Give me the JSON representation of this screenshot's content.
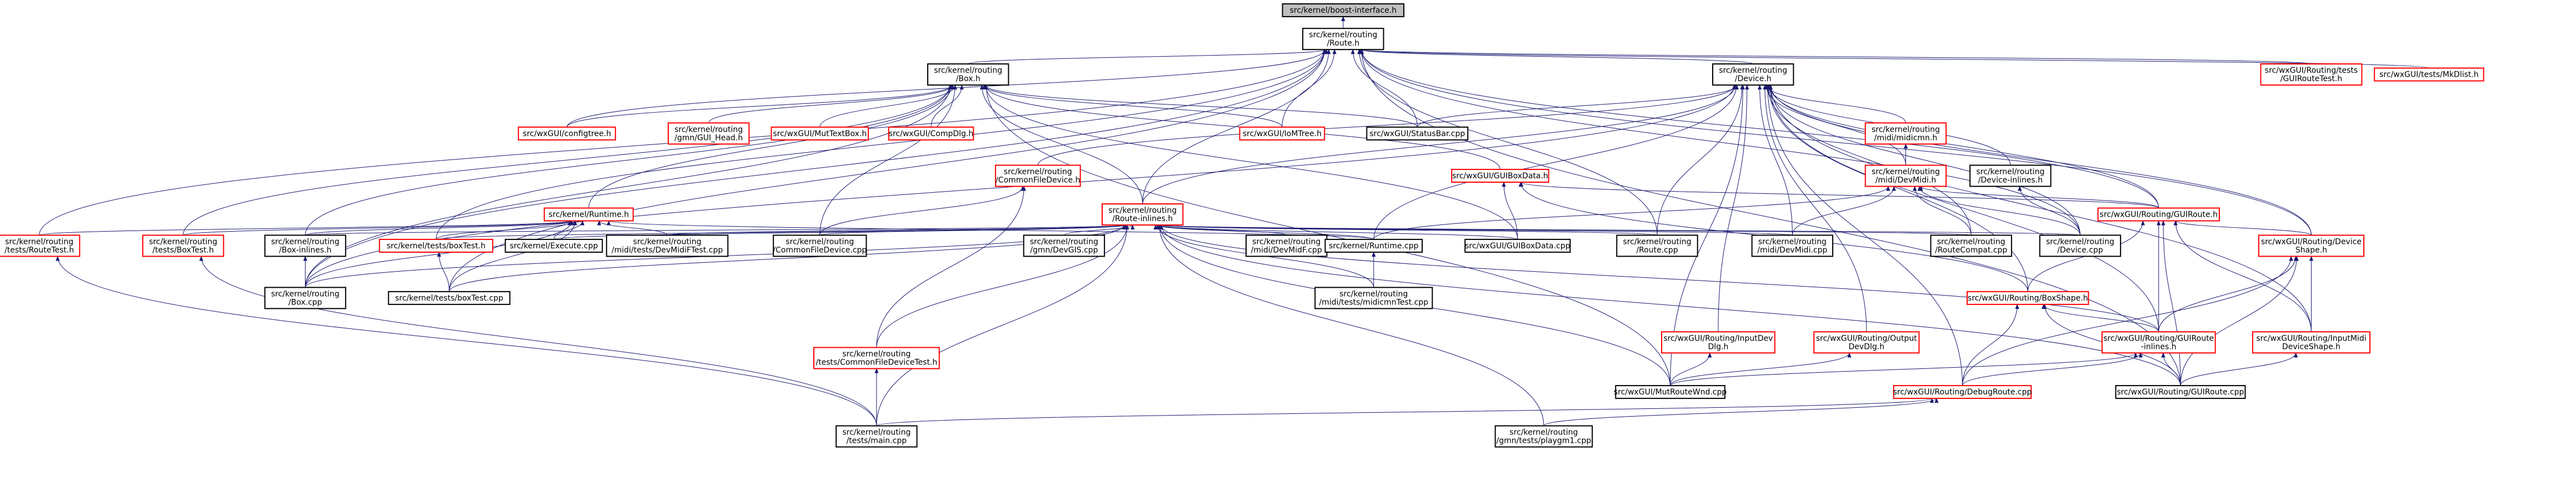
{
  "colors": {
    "edge": "#191970",
    "node_border": "#000000",
    "node_border_undocumented": "#ff0000",
    "node_fill": "#ffffff",
    "root_fill": "#bfbfbf",
    "text": "#000000"
  },
  "nodes": [
    {
      "id": "boost",
      "lines": [
        "src/kernel/boost-interface.h"
      ],
      "kind": "root"
    },
    {
      "id": "route_h",
      "lines": [
        "src/kernel/routing",
        "/Route.h"
      ],
      "kind": "normal"
    },
    {
      "id": "box_h",
      "lines": [
        "src/kernel/routing",
        "/Box.h"
      ],
      "kind": "normal"
    },
    {
      "id": "device_h",
      "lines": [
        "src/kernel/routing",
        "/Device.h"
      ],
      "kind": "normal"
    },
    {
      "id": "guiroutetest",
      "lines": [
        "src/wxGUI/Routing/tests",
        "/GUIRouteTest.h"
      ],
      "kind": "undoc"
    },
    {
      "id": "mkdlist",
      "lines": [
        "src/wxGUI/tests/MkDlist.h"
      ],
      "kind": "undoc"
    },
    {
      "id": "routetest_h",
      "lines": [
        "src/kernel/routing",
        "/tests/RouteTest.h"
      ],
      "kind": "undoc"
    },
    {
      "id": "configtree_h",
      "lines": [
        "src/wxGUI/configtree.h"
      ],
      "kind": "undoc"
    },
    {
      "id": "gmngui_head",
      "lines": [
        "src/kernel/routing",
        "/gmn/GUI_Head.h"
      ],
      "kind": "undoc"
    },
    {
      "id": "multextbox",
      "lines": [
        "src/wxGUI/MutTextBox.h"
      ],
      "kind": "undoc"
    },
    {
      "id": "compdlg",
      "lines": [
        "src/wxGUI/CompDlg.h"
      ],
      "kind": "undoc"
    },
    {
      "id": "iomtree",
      "lines": [
        "src/wxGUI/IoMTree.h"
      ],
      "kind": "undoc"
    },
    {
      "id": "statusbar",
      "lines": [
        "src/wxGUI/StatusBar.cpp"
      ],
      "kind": "normal"
    },
    {
      "id": "midicmn",
      "lines": [
        "src/kernel/routing",
        "/midi/midicmn.h"
      ],
      "kind": "undoc"
    },
    {
      "id": "runtime_h",
      "lines": [
        "src/kernel/Runtime.h"
      ],
      "kind": "undoc"
    },
    {
      "id": "commonfiledevice_h",
      "lines": [
        "src/kernel/routing",
        "/CommonFileDevice.h"
      ],
      "kind": "undoc"
    },
    {
      "id": "routeinlines_h",
      "lines": [
        "src/kernel/routing",
        "/Route-inlines.h"
      ],
      "kind": "undoc"
    },
    {
      "id": "guiboxdata_h",
      "lines": [
        "src/wxGUI/GUIBoxData.h"
      ],
      "kind": "undoc"
    },
    {
      "id": "mididevmidi_h",
      "lines": [
        "src/kernel/routing",
        "/midi/DevMidi.h"
      ],
      "kind": "undoc"
    },
    {
      "id": "deviceinlines_h",
      "lines": [
        "src/kernel/routing",
        "/Device-inlines.h"
      ],
      "kind": "normal"
    },
    {
      "id": "guiroute_h",
      "lines": [
        "src/wxGUI/Routing/GUIRoute.h"
      ],
      "kind": "undoc"
    },
    {
      "id": "boxtest_h",
      "lines": [
        "src/kernel/routing",
        "/tests/BoxTest.h"
      ],
      "kind": "undoc"
    },
    {
      "id": "boxinlines_h",
      "lines": [
        "src/kernel/routing",
        "/Box-inlines.h"
      ],
      "kind": "normal"
    },
    {
      "id": "boxtest_h2",
      "lines": [
        "src/kernel/tests/boxTest.h"
      ],
      "kind": "undoc"
    },
    {
      "id": "execute_cpp",
      "lines": [
        "src/kernel/Execute.cpp"
      ],
      "kind": "normal"
    },
    {
      "id": "devmiditest",
      "lines": [
        "src/kernel/routing",
        "/midi/tests/DevMidiFTest.cpp"
      ],
      "kind": "normal"
    },
    {
      "id": "commonfiledevice_cpp",
      "lines": [
        "src/kernel/routing",
        "/CommonFileDevice.cpp"
      ],
      "kind": "normal"
    },
    {
      "id": "gmndevgis",
      "lines": [
        "src/kernel/routing",
        "/gmn/DevGIS.cpp"
      ],
      "kind": "normal"
    },
    {
      "id": "devmidf",
      "lines": [
        "src/kernel/routing",
        "/midi/DevMidF.cpp"
      ],
      "kind": "normal"
    },
    {
      "id": "runtime_cpp",
      "lines": [
        "src/kernel/Runtime.cpp"
      ],
      "kind": "normal"
    },
    {
      "id": "guiboxdata_cpp",
      "lines": [
        "src/wxGUI/GUIBoxData.cpp"
      ],
      "kind": "normal"
    },
    {
      "id": "route_cpp",
      "lines": [
        "src/kernel/routing",
        "/Route.cpp"
      ],
      "kind": "normal"
    },
    {
      "id": "devmidi_cpp",
      "lines": [
        "src/kernel/routing",
        "/midi/DevMidi.cpp"
      ],
      "kind": "normal"
    },
    {
      "id": "routecompat",
      "lines": [
        "src/kernel/routing",
        "/RouteCompat.cpp"
      ],
      "kind": "normal"
    },
    {
      "id": "device_cpp",
      "lines": [
        "src/kernel/routing",
        "/Device.cpp"
      ],
      "kind": "normal"
    },
    {
      "id": "box_cpp",
      "lines": [
        "src/kernel/routing",
        "/Box.cpp"
      ],
      "kind": "normal"
    },
    {
      "id": "boxtest_cpp",
      "lines": [
        "src/kernel/tests/boxTest.cpp"
      ],
      "kind": "normal"
    },
    {
      "id": "midicmntest",
      "lines": [
        "src/kernel/routing",
        "/midi/tests/midicmnTest.cpp"
      ],
      "kind": "normal"
    },
    {
      "id": "guiboxshape_h",
      "lines": [
        "src/wxGUI/Routing/BoxShape.h"
      ],
      "kind": "undoc"
    },
    {
      "id": "guideviceshape_h",
      "lines": [
        "src/wxGUI/Routing/Device",
        "Shape.h"
      ],
      "kind": "undoc"
    },
    {
      "id": "inputdevdlg",
      "lines": [
        "src/wxGUI/Routing/InputDev",
        "Dlg.h"
      ],
      "kind": "undoc"
    },
    {
      "id": "outputdevdlg",
      "lines": [
        "src/wxGUI/Routing/Output",
        "DevDlg.h"
      ],
      "kind": "undoc"
    },
    {
      "id": "guirouteinlines",
      "lines": [
        "src/wxGUI/Routing/GUIRoute",
        "-inlines.h"
      ],
      "kind": "undoc"
    },
    {
      "id": "inputmidi",
      "lines": [
        "src/wxGUI/Routing/InputMidi",
        "DeviceShape.h"
      ],
      "kind": "undoc"
    },
    {
      "id": "commonfiledevicetest",
      "lines": [
        "src/kernel/routing",
        "/tests/CommonFileDeviceTest.h"
      ],
      "kind": "undoc"
    },
    {
      "id": "mutroutewnd",
      "lines": [
        "src/wxGUI/MutRouteWnd.cpp"
      ],
      "kind": "normal"
    },
    {
      "id": "debugroute",
      "lines": [
        "src/wxGUI/Routing/DebugRoute.cpp"
      ],
      "kind": "undoc"
    },
    {
      "id": "guiroute_cpp",
      "lines": [
        "src/wxGUI/Routing/GUIRoute.cpp"
      ],
      "kind": "normal"
    },
    {
      "id": "main_cpp",
      "lines": [
        "src/kernel/routing",
        "/tests/main.cpp"
      ],
      "kind": "normal"
    },
    {
      "id": "playgm1",
      "lines": [
        "src/kernel/routing",
        "/gmn/tests/playgm1.cpp"
      ],
      "kind": "normal"
    }
  ],
  "edges": [
    [
      "route_h",
      "boost"
    ],
    [
      "box_h",
      "route_h"
    ],
    [
      "device_h",
      "route_h"
    ],
    [
      "guiroutetest",
      "route_h"
    ],
    [
      "mkdlist",
      "route_h"
    ],
    [
      "routetest_h",
      "route_h"
    ],
    [
      "configtree_h",
      "route_h"
    ],
    [
      "iomtree",
      "route_h"
    ],
    [
      "statusbar",
      "route_h"
    ],
    [
      "routeinlines_h",
      "route_h"
    ],
    [
      "guiroute_h",
      "route_h"
    ],
    [
      "guideviceshape_h",
      "route_h"
    ],
    [
      "route_cpp",
      "route_h"
    ],
    [
      "device_cpp",
      "route_h"
    ],
    [
      "box_cpp",
      "route_h"
    ],
    [
      "boxtest_cpp",
      "route_h"
    ],
    [
      "guiroute_cpp",
      "route_h"
    ],
    [
      "boxtest_h2",
      "route_h"
    ],
    [
      "configtree_h",
      "box_h"
    ],
    [
      "gmngui_head",
      "box_h"
    ],
    [
      "multextbox",
      "box_h"
    ],
    [
      "compdlg",
      "box_h"
    ],
    [
      "iomtree",
      "box_h"
    ],
    [
      "statusbar",
      "box_h"
    ],
    [
      "runtime_h",
      "box_h"
    ],
    [
      "routeinlines_h",
      "box_h"
    ],
    [
      "guiboxdata_h",
      "box_h"
    ],
    [
      "boxtest_h",
      "box_h"
    ],
    [
      "boxinlines_h",
      "box_h"
    ],
    [
      "commonfiledevice_cpp",
      "box_h"
    ],
    [
      "mutroutewnd",
      "box_h"
    ],
    [
      "box_cpp",
      "box_h"
    ],
    [
      "guiboxdata_cpp",
      "box_h"
    ],
    [
      "statusbar",
      "device_h"
    ],
    [
      "midicmn",
      "device_h"
    ],
    [
      "commonfiledevice_h",
      "device_h"
    ],
    [
      "routeinlines_h",
      "device_h"
    ],
    [
      "mididevmidi_h",
      "device_h"
    ],
    [
      "deviceinlines_h",
      "device_h"
    ],
    [
      "guiroute_h",
      "device_h"
    ],
    [
      "route_cpp",
      "device_h"
    ],
    [
      "routecompat",
      "device_h"
    ],
    [
      "device_cpp",
      "device_h"
    ],
    [
      "runtime_cpp",
      "device_h"
    ],
    [
      "guiboxshape_h",
      "device_h"
    ],
    [
      "guideviceshape_h",
      "device_h"
    ],
    [
      "inputdevdlg",
      "device_h"
    ],
    [
      "outputdevdlg",
      "device_h"
    ],
    [
      "guirouteinlines",
      "device_h"
    ],
    [
      "inputmidi",
      "device_h"
    ],
    [
      "mutroutewnd",
      "device_h"
    ],
    [
      "debugroute",
      "device_h"
    ],
    [
      "devmidi_cpp",
      "device_h"
    ],
    [
      "box_cpp",
      "device_h"
    ],
    [
      "mididevmidi_h",
      "midicmn"
    ],
    [
      "runtime_cpp",
      "mididevmidi_h"
    ],
    [
      "devmidi_cpp",
      "mididevmidi_h"
    ],
    [
      "routecompat",
      "mididevmidi_h"
    ],
    [
      "device_cpp",
      "mididevmidi_h"
    ],
    [
      "guiroute_h",
      "mididevmidi_h"
    ],
    [
      "device_cpp",
      "deviceinlines_h"
    ],
    [
      "routetest_h",
      "runtime_h"
    ],
    [
      "boxtest_h",
      "runtime_h"
    ],
    [
      "boxinlines_h",
      "runtime_h"
    ],
    [
      "boxtest_h2",
      "runtime_h"
    ],
    [
      "execute_cpp",
      "runtime_h"
    ],
    [
      "devmiditest",
      "runtime_h"
    ],
    [
      "runtime_cpp",
      "runtime_h"
    ],
    [
      "box_cpp",
      "runtime_h"
    ],
    [
      "boxtest_cpp",
      "runtime_h"
    ],
    [
      "commonfiledevice_cpp",
      "commonfiledevice_h"
    ],
    [
      "commonfiledevicetest",
      "commonfiledevice_h"
    ],
    [
      "boxinlines_h",
      "routeinlines_h"
    ],
    [
      "boxtest_h2",
      "routeinlines_h"
    ],
    [
      "execute_cpp",
      "routeinlines_h"
    ],
    [
      "devmiditest",
      "routeinlines_h"
    ],
    [
      "commonfiledevice_cpp",
      "routeinlines_h"
    ],
    [
      "gmndevgis",
      "routeinlines_h"
    ],
    [
      "devmidf",
      "routeinlines_h"
    ],
    [
      "runtime_cpp",
      "routeinlines_h"
    ],
    [
      "guiboxdata_cpp",
      "routeinlines_h"
    ],
    [
      "route_cpp",
      "routeinlines_h"
    ],
    [
      "devmidi_cpp",
      "routeinlines_h"
    ],
    [
      "routecompat",
      "routeinlines_h"
    ],
    [
      "device_cpp",
      "routeinlines_h"
    ],
    [
      "box_cpp",
      "routeinlines_h"
    ],
    [
      "boxtest_cpp",
      "routeinlines_h"
    ],
    [
      "midicmntest",
      "routeinlines_h"
    ],
    [
      "commonfiledevicetest",
      "routeinlines_h"
    ],
    [
      "guirouteinlines",
      "routeinlines_h"
    ],
    [
      "mutroutewnd",
      "routeinlines_h"
    ],
    [
      "guiroute_cpp",
      "routeinlines_h"
    ],
    [
      "main_cpp",
      "routeinlines_h"
    ],
    [
      "playgm1",
      "routeinlines_h"
    ],
    [
      "guiboxdata_cpp",
      "guiboxdata_h"
    ],
    [
      "guiboxshape_h",
      "guiboxdata_h"
    ],
    [
      "guiroute_h",
      "guiboxdata_h"
    ],
    [
      "box_cpp",
      "boxinlines_h"
    ],
    [
      "boxtest_cpp",
      "boxtest_h2"
    ],
    [
      "main_cpp",
      "boxtest_h"
    ],
    [
      "main_cpp",
      "routetest_h"
    ],
    [
      "midicmntest",
      "runtime_cpp"
    ],
    [
      "guiboxshape_h",
      "guiroute_h"
    ],
    [
      "guideviceshape_h",
      "guiroute_h"
    ],
    [
      "guirouteinlines",
      "guiroute_h"
    ],
    [
      "inputmidi",
      "guiroute_h"
    ],
    [
      "guiroute_cpp",
      "guiroute_h"
    ],
    [
      "guirouteinlines",
      "guideviceshape_h"
    ],
    [
      "inputmidi",
      "guideviceshape_h"
    ],
    [
      "debugroute",
      "guideviceshape_h"
    ],
    [
      "guiroute_cpp",
      "guideviceshape_h"
    ],
    [
      "debugroute",
      "guiboxshape_h"
    ],
    [
      "guiroute_cpp",
      "guiboxshape_h"
    ],
    [
      "guirouteinlines",
      "guiboxshape_h"
    ],
    [
      "mutroutewnd",
      "inputdevdlg"
    ],
    [
      "mutroutewnd",
      "outputdevdlg"
    ],
    [
      "mutroutewnd",
      "guirouteinlines"
    ],
    [
      "guiroute_cpp",
      "guirouteinlines"
    ],
    [
      "debugroute",
      "guirouteinlines"
    ],
    [
      "guiroute_cpp",
      "inputmidi"
    ],
    [
      "main_cpp",
      "commonfiledevicetest"
    ],
    [
      "main_cpp",
      "debugroute"
    ],
    [
      "playgm1",
      "debugroute"
    ]
  ]
}
